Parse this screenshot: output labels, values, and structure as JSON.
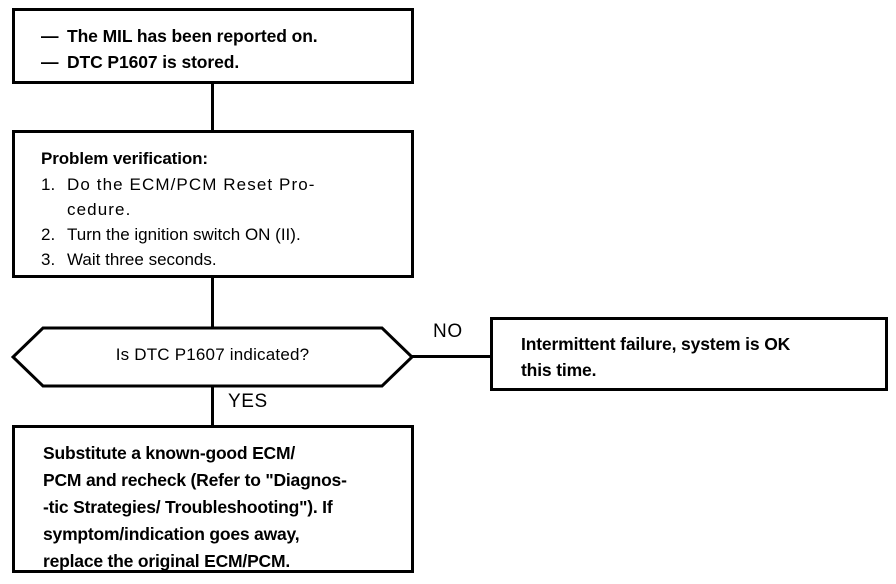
{
  "diagram": {
    "title": "DTC P1607 Troubleshooting Flowchart",
    "ink_color": "#000000",
    "background_color": "#ffffff",
    "symptom": {
      "dash": "—",
      "items": [
        "The MIL has been reported on.",
        "DTC P1607 is stored."
      ]
    },
    "verification": {
      "heading": "Problem verification:",
      "steps": [
        {
          "num": "1.",
          "text": "Do  the  ECM/PCM  Reset  Pro-\ncedure."
        },
        {
          "num": "2.",
          "text": "Turn the ignition switch ON (II)."
        },
        {
          "num": "3.",
          "text": "Wait three seconds."
        }
      ]
    },
    "decision": {
      "question": "Is DTC P1607 indicated?",
      "yes_label": "YES",
      "no_label": "NO"
    },
    "intermittent": {
      "text": "Intermittent failure, system is OK\nthis time."
    },
    "substitute": {
      "text": "Substitute a known-good ECM/\nPCM and recheck (Refer to \"Diagnos-\n-tic  Strategies/ Troubleshooting\"). If\nsymptom/indication  goes  away,\nreplace the original ECM/PCM."
    }
  }
}
